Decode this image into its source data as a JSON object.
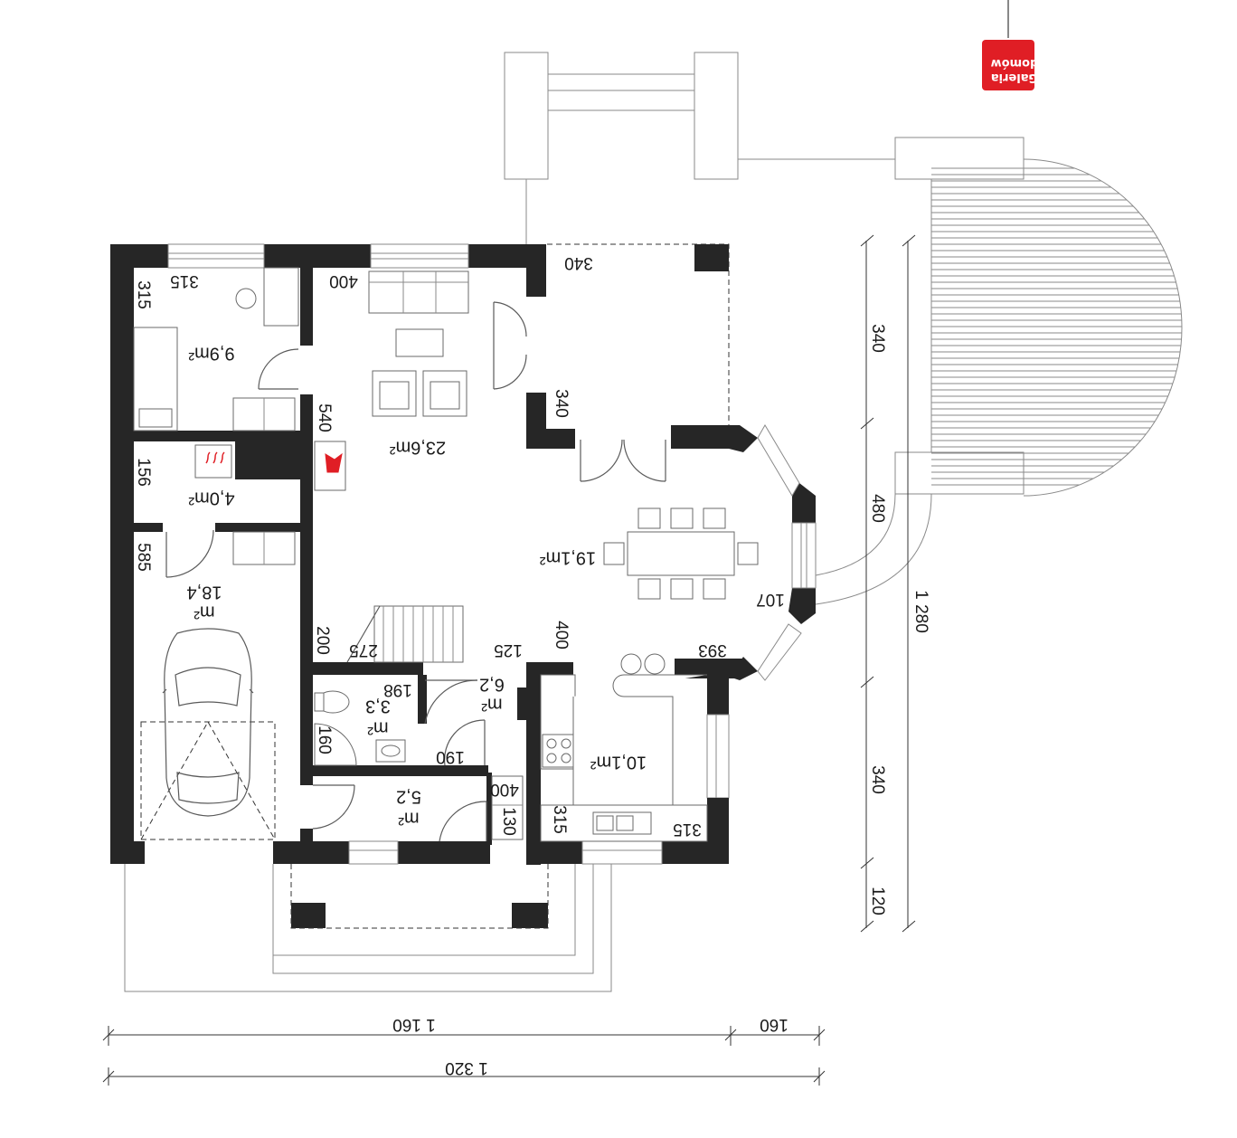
{
  "logo": {
    "line1": "Galeria",
    "line2": "domów",
    "color": "#e01e25"
  },
  "rooms": [
    {
      "id": "bedroom",
      "area": "9,9m²",
      "dims": [
        "315",
        "315"
      ]
    },
    {
      "id": "living",
      "area": "23,6m²",
      "dims": [
        "400",
        "540"
      ]
    },
    {
      "id": "terrace",
      "dims": [
        "340",
        "340"
      ]
    },
    {
      "id": "boiler",
      "area": "4,0m²",
      "dims": [
        "156"
      ]
    },
    {
      "id": "garage",
      "area_line1": "18,4",
      "area_line2": "m²",
      "dims": [
        "585"
      ]
    },
    {
      "id": "dining",
      "area": "19,1m²",
      "dims": [
        "107"
      ]
    },
    {
      "id": "wc",
      "area_line1": "3,3",
      "area_line2": "m²",
      "dims": [
        "198",
        "160"
      ]
    },
    {
      "id": "hall",
      "area_line1": "6,2",
      "area_line2": "m²",
      "dims": [
        "125",
        "190"
      ]
    },
    {
      "id": "vestibule",
      "area_line1": "5,2",
      "area_line2": "m²",
      "dims": [
        "400",
        "130"
      ]
    },
    {
      "id": "kitchen",
      "area": "10,1m²",
      "dims": [
        "393",
        "315",
        "315"
      ]
    }
  ],
  "stairs": {
    "dims": [
      "200",
      "275"
    ]
  },
  "misc_dims": [
    "400"
  ],
  "dimensions": {
    "bottom_total": "1 320",
    "bottom_main": "1 160",
    "bottom_right": "160",
    "right_segments": [
      "340",
      "480",
      "340",
      "120"
    ],
    "right_total": "1 280"
  }
}
